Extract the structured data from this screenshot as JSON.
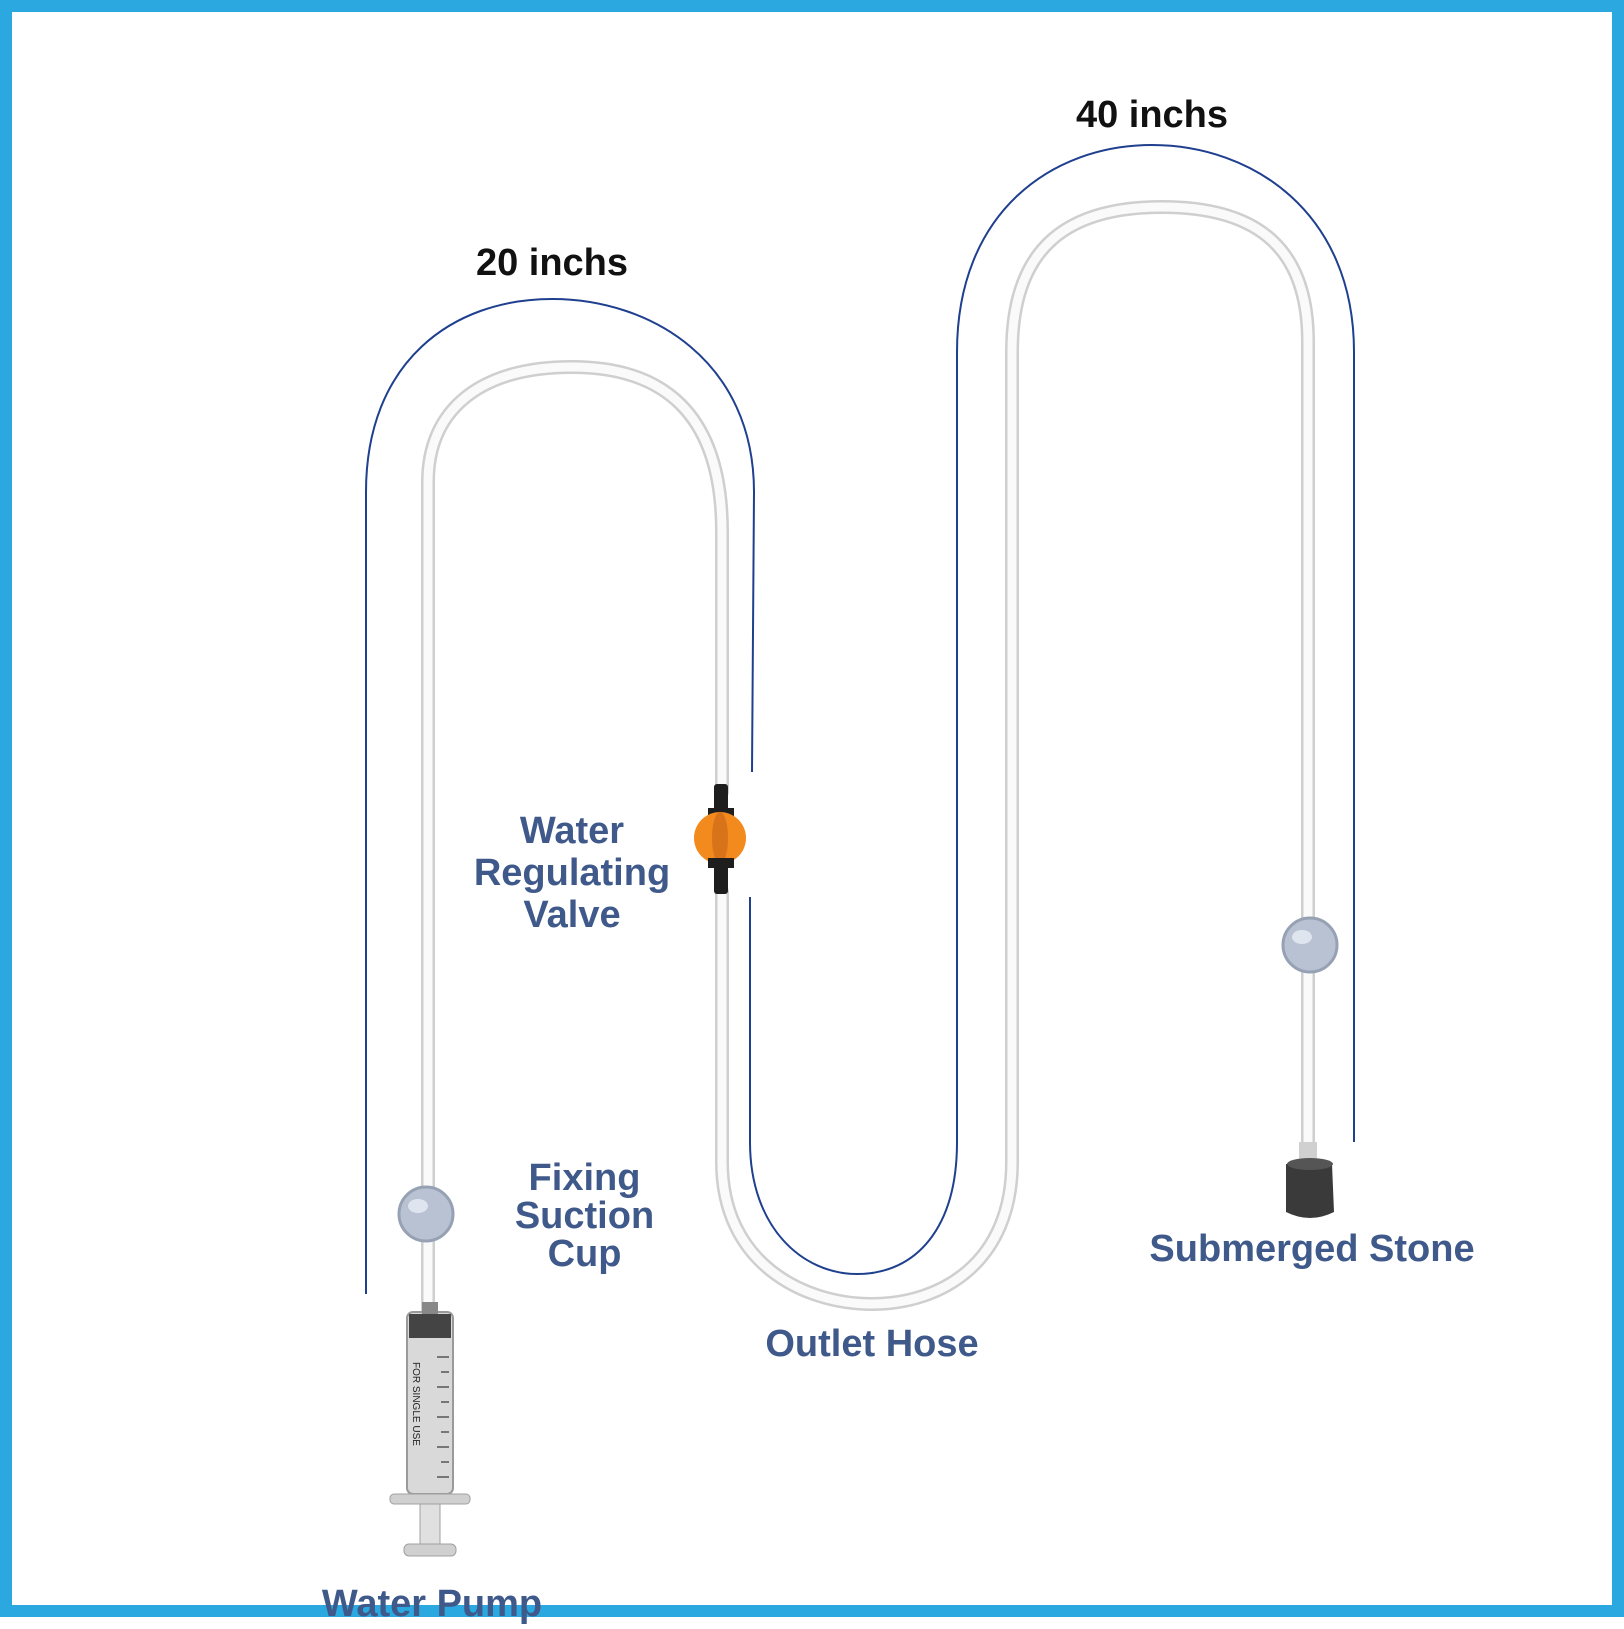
{
  "colors": {
    "frame": "#2aa8df",
    "label": "#3f5a8a",
    "dimension_line": "#1f3f8f",
    "hose": "#d8d8d8",
    "valve": "#f28a1e",
    "stone": "#3a3a3a"
  },
  "dimensions": {
    "short_hose": "20 inchs",
    "long_hose": "40 inchs"
  },
  "labels": {
    "valve": [
      "Water",
      "Regulating",
      "Valve"
    ],
    "suction_cup": [
      "Fixing",
      "Suction",
      "Cup"
    ],
    "outlet_hose": "Outlet Hose",
    "stone": "Submerged Stone",
    "pump": "Water Pump"
  },
  "syringe_text": "FOR SINGLE USE",
  "icons": [
    "syringe-icon",
    "valve-icon",
    "suction-cup-icon",
    "air-stone-icon"
  ]
}
